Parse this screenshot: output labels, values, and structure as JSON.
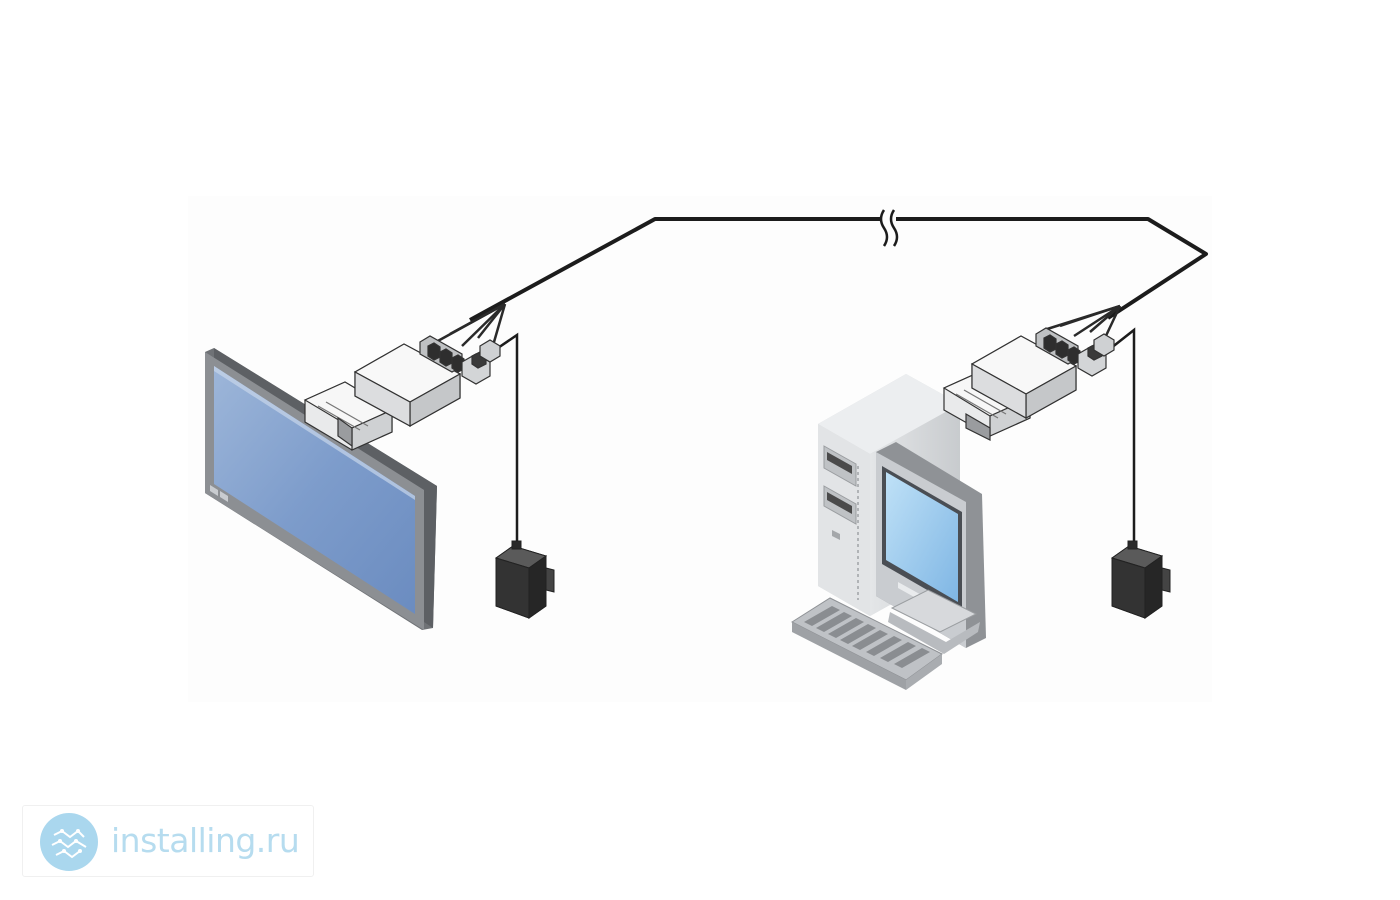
{
  "diagram": {
    "nodes": [
      {
        "id": "flat-panel-display",
        "kind": "display"
      },
      {
        "id": "receiver-adapter",
        "kind": "adapter"
      },
      {
        "id": "power-supply-left",
        "kind": "power-adapter"
      },
      {
        "id": "desktop-computer",
        "kind": "computer"
      },
      {
        "id": "transmitter-adapter",
        "kind": "adapter"
      },
      {
        "id": "power-supply-right",
        "kind": "power-adapter"
      }
    ],
    "links": [
      {
        "from": "receiver-adapter",
        "to": "transmitter-adapter",
        "style": "long-cable-with-break"
      },
      {
        "from": "power-supply-left",
        "to": "receiver-adapter",
        "style": "power-cord"
      },
      {
        "from": "power-supply-right",
        "to": "transmitter-adapter",
        "style": "power-cord"
      }
    ]
  },
  "colors": {
    "background": "#ffffff",
    "panel": "#fdfdfd",
    "cable": "#1c1c1c",
    "screen": "#7fa1cf",
    "bezel": "#8c8f93",
    "watermark_text": "#b6dcef",
    "watermark_logo": "#aad7ee"
  },
  "watermark": {
    "text": "installing.ru",
    "logo_icon": "installing-ru-logo-icon"
  }
}
